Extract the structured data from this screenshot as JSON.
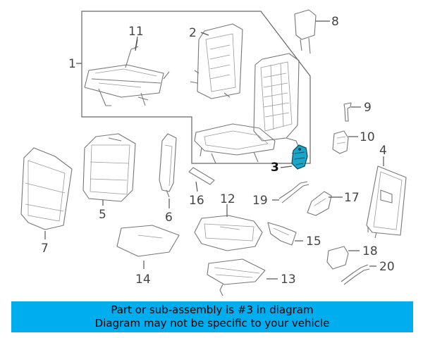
{
  "banner": {
    "line1": "Part or sub-assembly is #3 in diagram",
    "line2": "Diagram may not be specific to your vehicle",
    "background_color": "#00aeef"
  },
  "callouts": {
    "c1": "1",
    "c2": "2",
    "c3": "3",
    "c4": "4",
    "c5": "5",
    "c6": "6",
    "c7": "7",
    "c8": "8",
    "c9": "9",
    "c10": "10",
    "c11": "11",
    "c12": "12",
    "c13": "13",
    "c14": "14",
    "c15": "15",
    "c16": "16",
    "c17": "17",
    "c18": "18",
    "c19": "19",
    "c20": "20"
  },
  "highlight": {
    "part": "3",
    "color": "#1aa6c8"
  }
}
